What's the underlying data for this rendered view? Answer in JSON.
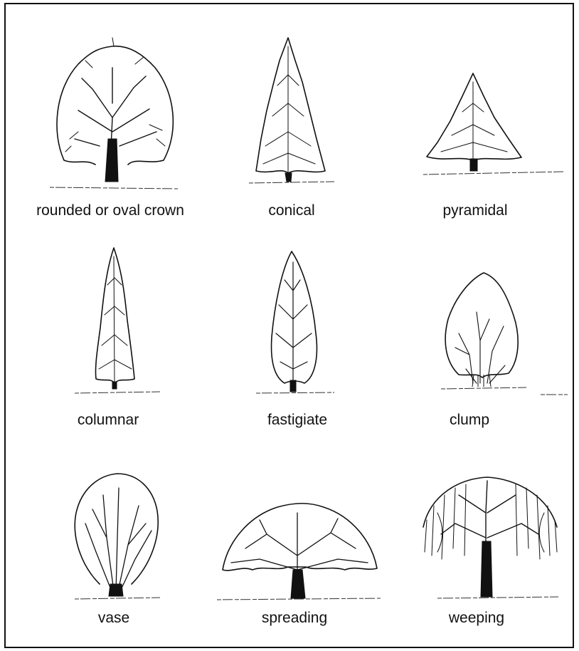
{
  "figure": {
    "shapes": [
      {
        "label": "rounded or oval crown",
        "icon": "rounded-tree-icon"
      },
      {
        "label": "conical",
        "icon": "conical-tree-icon"
      },
      {
        "label": "pyramidal",
        "icon": "pyramidal-tree-icon"
      },
      {
        "label": "columnar",
        "icon": "columnar-tree-icon"
      },
      {
        "label": "fastigiate",
        "icon": "fastigiate-tree-icon"
      },
      {
        "label": "clump",
        "icon": "clump-tree-icon"
      },
      {
        "label": "vase",
        "icon": "vase-tree-icon"
      },
      {
        "label": "spreading",
        "icon": "spreading-tree-icon"
      },
      {
        "label": "weeping",
        "icon": "weeping-tree-icon"
      }
    ],
    "ink_color": "#111111",
    "background": "#ffffff"
  }
}
